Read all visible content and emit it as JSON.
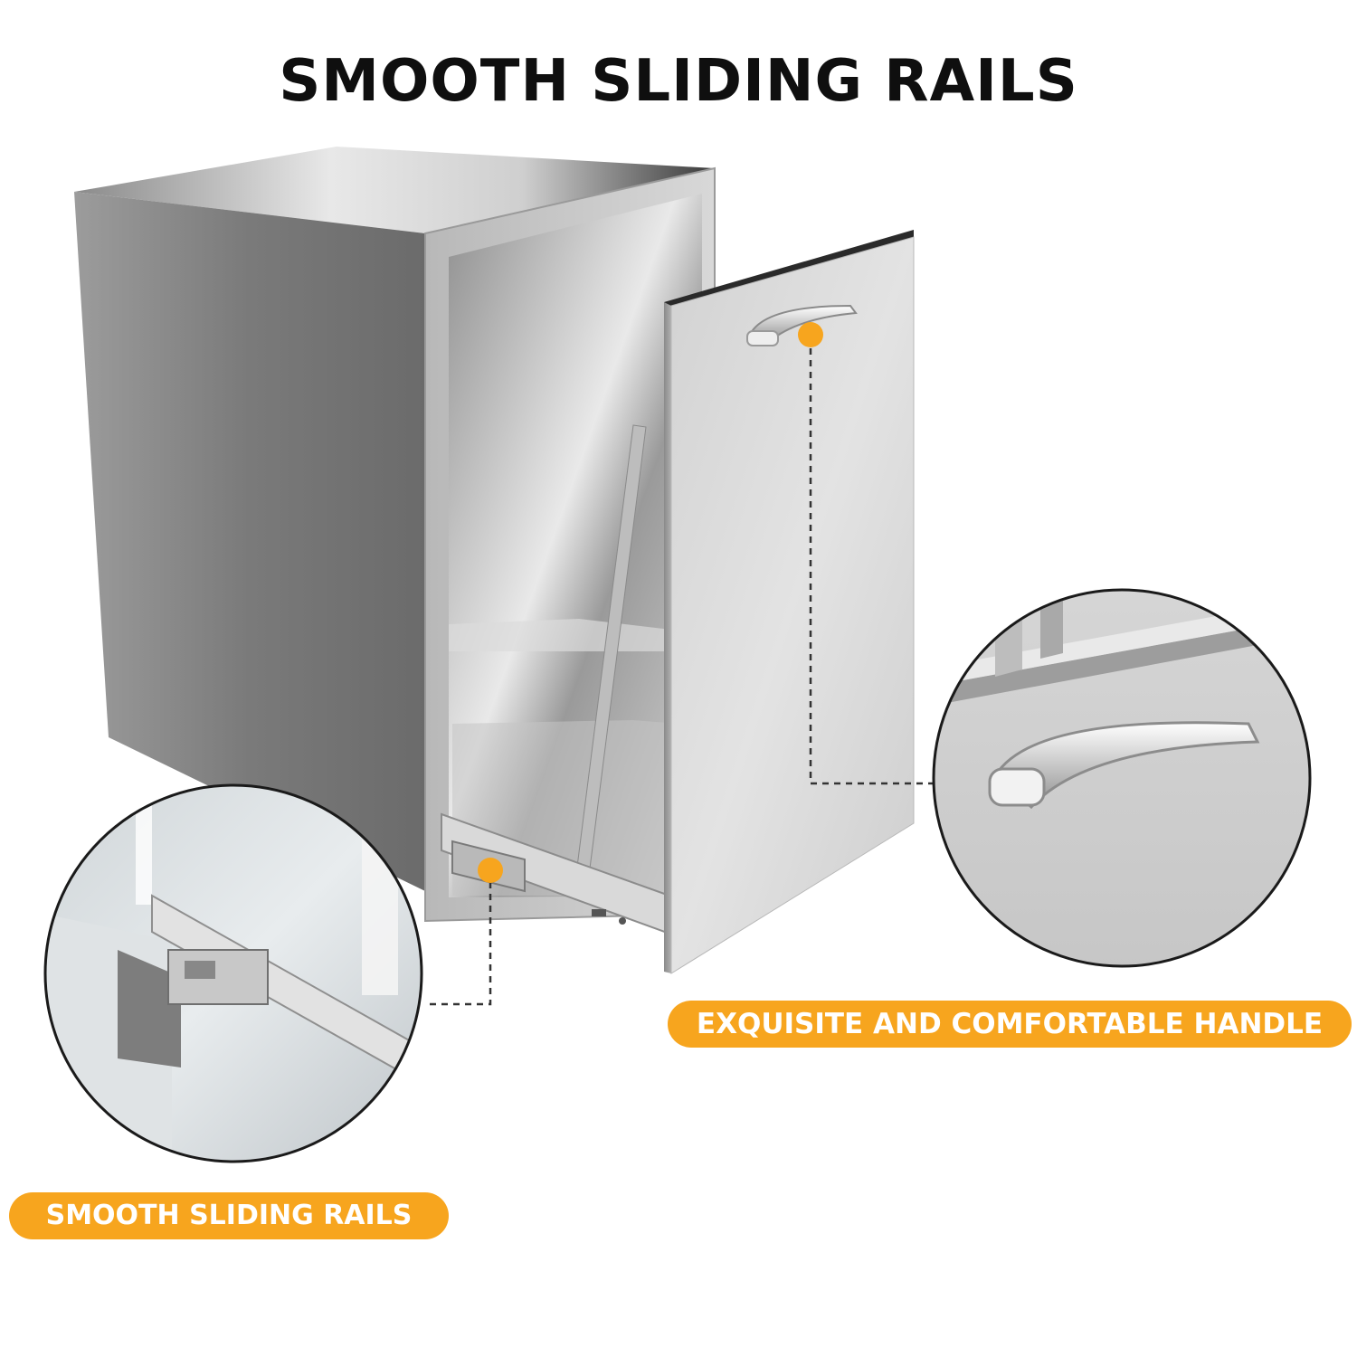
{
  "headline": "SMOOTH SLIDING RAILS",
  "callouts": {
    "handle_label": "EXQUISITE AND COMFORTABLE HANDLE",
    "rails_label": "SMOOTH SLIDING RAILS"
  },
  "colors": {
    "accent": "#f7a51e",
    "text": "#0f0f0f",
    "background": "#ffffff"
  }
}
